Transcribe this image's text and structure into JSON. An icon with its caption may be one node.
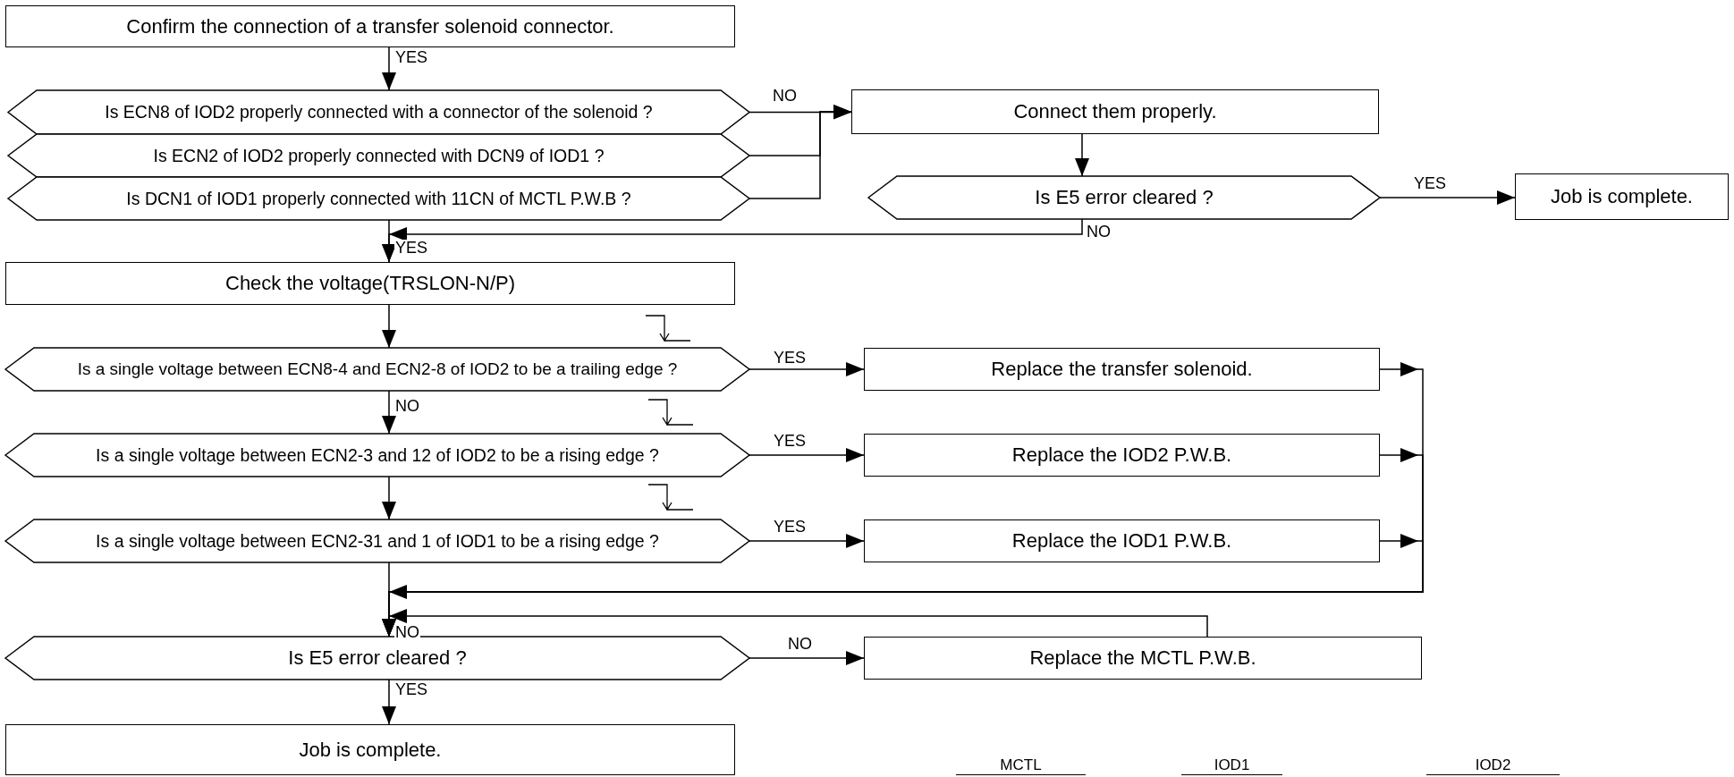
{
  "diagram": {
    "nodes": [
      {
        "text": [
          "Confirm the connection of a transfer solenoid connector."
        ]
      },
      {
        "text": [
          "Is ECN8 of IOD2 properly connected with a connector of the solenoid ?"
        ]
      },
      {
        "text": [
          "Is ECN2 of IOD2 properly connected with DCN9 of IOD1 ?"
        ]
      },
      {
        "text": [
          "Is DCN1 of IOD1 properly connected with 11CN of MCTL P.W.B ?"
        ]
      },
      {
        "text": [
          "Connect them properly."
        ]
      },
      {
        "text": [
          "Is E5 error cleared ?"
        ]
      },
      {
        "text": [
          "Job is complete."
        ]
      },
      {
        "text": [
          "Check the voltage(TRSLON-N/P)"
        ]
      },
      {
        "text": [
          "Is a single voltage between ECN8-4 and ECN2-8 of IOD2 to be a trailing edge ?"
        ]
      },
      {
        "text": [
          "Is a single voltage between ECN2-3 and 12 of IOD2 to be a rising edge ?"
        ]
      },
      {
        "text": [
          "Is a single voltage between ECN2-31 and 1 of IOD1 to be a rising edge ?"
        ]
      },
      {
        "text": [
          "Replace the transfer solenoid."
        ]
      },
      {
        "text": [
          "Replace the IOD2 P.W.B."
        ]
      },
      {
        "text": [
          "Replace the IOD1 P.W.B."
        ]
      },
      {
        "text": [
          "Is E5 error cleared ?"
        ]
      },
      {
        "text": [
          "Replace the MCTL P.W.B."
        ]
      },
      {
        "text": [
          "Job is complete."
        ]
      }
    ],
    "edges": [
      {
        "from": 0,
        "to": 1,
        "arrow": "to",
        "label": "YES"
      },
      {
        "from": 1,
        "to": 4,
        "arrow": "to",
        "label": "NO"
      },
      {
        "from": 2,
        "to": 4,
        "arrow": "to"
      },
      {
        "from": 3,
        "to": 4,
        "arrow": "to"
      },
      {
        "from": 4,
        "to": 5,
        "arrow": "to"
      },
      {
        "from": 5,
        "to": 6,
        "arrow": "to",
        "label": "YES"
      },
      {
        "from": 5,
        "to": 7,
        "arrow": "to",
        "label": "NO"
      },
      {
        "from": 3,
        "to": 7,
        "arrow": "to",
        "label": "YES"
      },
      {
        "from": 7,
        "to": 8,
        "arrow": "to"
      },
      {
        "from": 8,
        "to": 11,
        "arrow": "to",
        "label": "YES"
      },
      {
        "from": 8,
        "to": 9,
        "arrow": "to",
        "label": "NO"
      },
      {
        "from": 9,
        "to": 12,
        "arrow": "to",
        "label": "YES"
      },
      {
        "from": 9,
        "to": 10,
        "arrow": "to"
      },
      {
        "from": 10,
        "to": 13,
        "arrow": "to",
        "label": "YES"
      },
      {
        "from": 10,
        "to": 14,
        "arrow": "to",
        "label": "NO"
      },
      {
        "from": 11,
        "to": 14,
        "arrow": "to"
      },
      {
        "from": 12,
        "to": 14,
        "arrow": "to"
      },
      {
        "from": 13,
        "to": 14,
        "arrow": "to"
      },
      {
        "from": 15,
        "to": 14,
        "arrow": "to"
      },
      {
        "from": 14,
        "to": 15,
        "arrow": "to",
        "label": "NO"
      },
      {
        "from": 14,
        "to": 16,
        "arrow": "to",
        "label": "YES"
      }
    ],
    "labels": [
      "MCTL",
      "IOD1",
      "IOD2"
    ]
  }
}
